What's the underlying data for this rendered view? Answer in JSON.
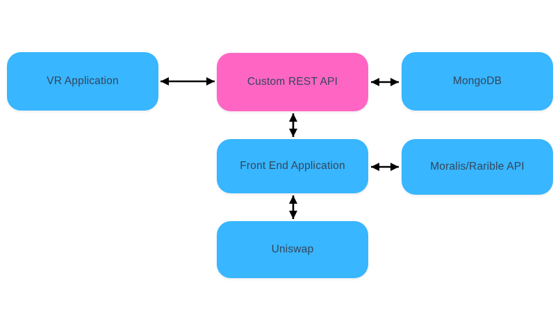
{
  "diagram": {
    "background_color": "#FFFFFF",
    "arrow_color": "#000000",
    "text_color": "#33455A",
    "node_colors": {
      "blue": "#38B6FF",
      "pink": "#FF66C4"
    },
    "nodes": [
      {
        "id": "vr-application",
        "label": "VR Application",
        "color": "#38B6FF"
      },
      {
        "id": "custom-rest-api",
        "label": "Custom REST API",
        "color": "#FF66C4"
      },
      {
        "id": "mongodb",
        "label": "MongoDB",
        "color": "#38B6FF"
      },
      {
        "id": "front-end-application",
        "label": "Front End Application",
        "color": "#38B6FF"
      },
      {
        "id": "moralis-rarible-api",
        "label": "Moralis/Rarible API",
        "color": "#38B6FF"
      },
      {
        "id": "uniswap",
        "label": "Uniswap",
        "color": "#38B6FF"
      }
    ],
    "edges": [
      {
        "from": "vr-application",
        "to": "custom-rest-api",
        "type": "bidirectional"
      },
      {
        "from": "custom-rest-api",
        "to": "mongodb",
        "type": "bidirectional"
      },
      {
        "from": "custom-rest-api",
        "to": "front-end-application",
        "type": "bidirectional"
      },
      {
        "from": "front-end-application",
        "to": "moralis-rarible-api",
        "type": "bidirectional"
      },
      {
        "from": "front-end-application",
        "to": "uniswap",
        "type": "bidirectional"
      }
    ]
  }
}
